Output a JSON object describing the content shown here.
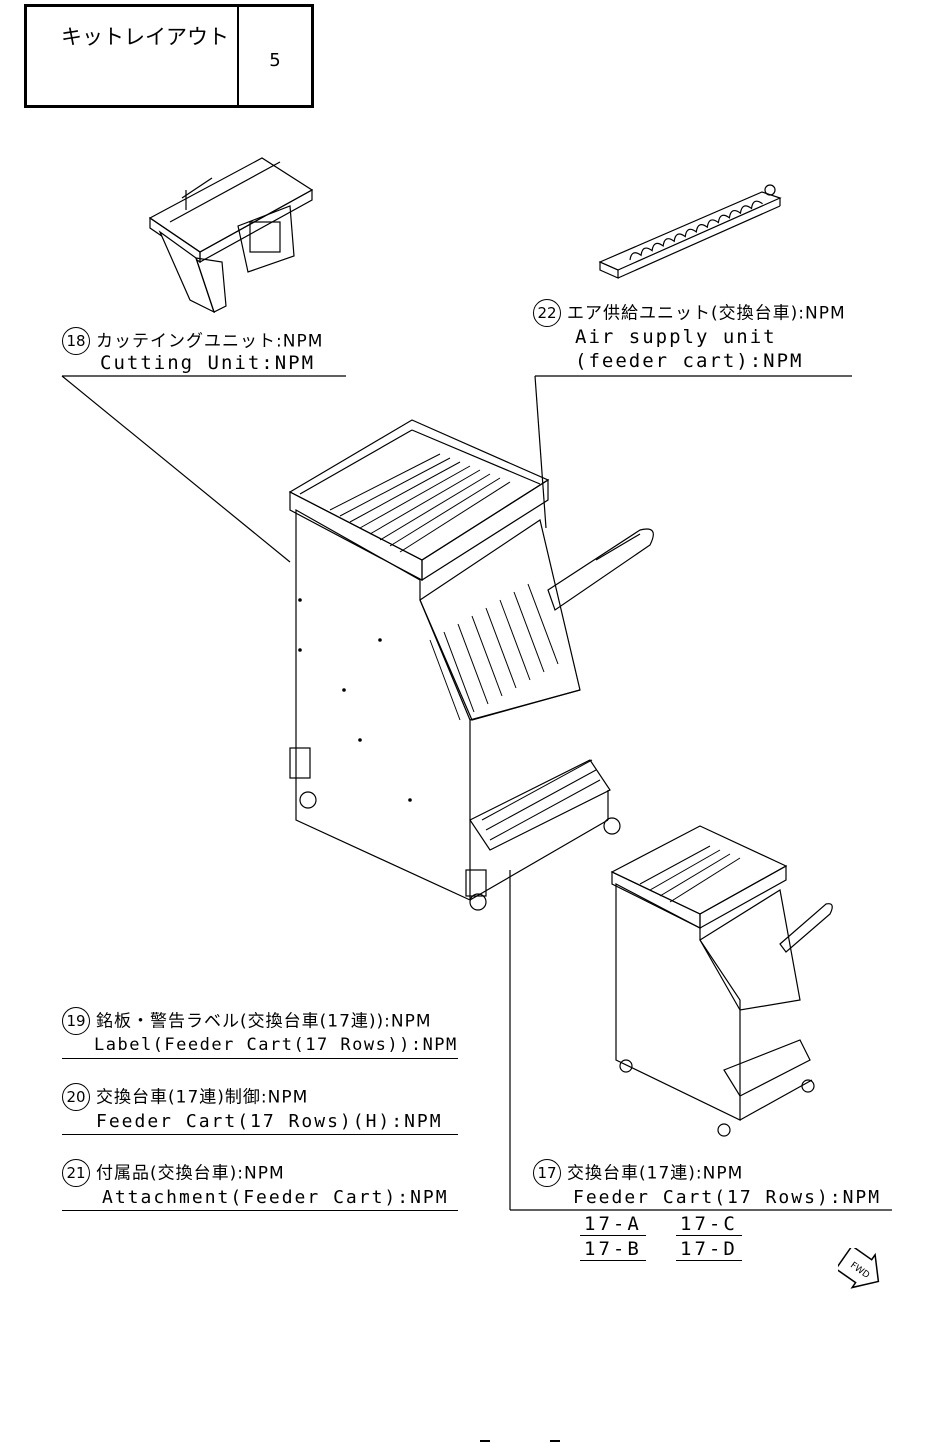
{
  "header": {
    "title": "キットレイアウト",
    "page": "5"
  },
  "callouts": [
    {
      "num": "18",
      "jp": "カッテイングユニット:NPM",
      "en": "Cutting Unit:NPM"
    },
    {
      "num": "22",
      "jp": "エア供給ユニット(交換台車):NPM",
      "en": "Air supply unit",
      "en2": "(feeder cart):NPM"
    },
    {
      "num": "19",
      "jp": "銘板・警告ラベル(交換台車(17連)):NPM",
      "en": "Label(Feeder Cart(17 Rows)):NPM"
    },
    {
      "num": "20",
      "jp": "交換台車(17連)制御:NPM",
      "en": "Feeder Cart(17 Rows)(H):NPM"
    },
    {
      "num": "21",
      "jp": "付属品(交換台車):NPM",
      "en": "Attachment(Feeder Cart):NPM"
    },
    {
      "num": "17",
      "jp": "交換台車(17連):NPM",
      "en": "Feeder Cart(17 Rows):NPM"
    }
  ],
  "variants": [
    "17-A",
    "17-C",
    "17-B",
    "17-D"
  ],
  "fwd_label": "FWD"
}
